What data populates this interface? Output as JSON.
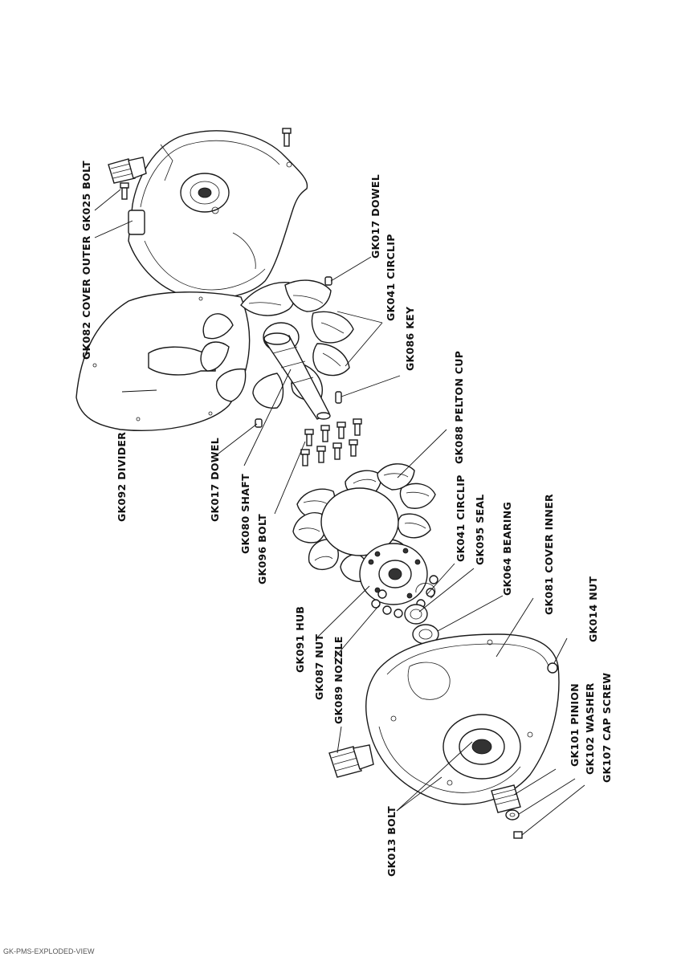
{
  "labels": {
    "gk025": "GK025 BOLT",
    "gk082": "GK082 COVER OUTER",
    "gk017a": "GK017 DOWEL",
    "gk041a": "GK041 CIRCLIP",
    "gk086": "GK086 KEY",
    "gk088": "GK088 PELTON CUP",
    "gk092": "GK092 DIVIDER",
    "gk017b": "GK017 DOWEL",
    "gk080": "GK080 SHAFT",
    "gk096": "GK096 BOLT",
    "gk041b": "GK041 CIRCLIP",
    "gk095": "GK095 SEAL",
    "gk064": "GK064 BEARING",
    "gk081": "GK081 COVER INNER",
    "gk091": "GK091 HUB",
    "gk087": "GK087 NUT",
    "gk089": "GK089 NOZZLE",
    "gk014": "GK014 NUT",
    "gk101": "GK101 PINION",
    "gk102": "GK102 WASHER",
    "gk107": "GK107 CAP SCREW",
    "gk013": "GK013 BOLT"
  },
  "footer": "GK-PMS-EXPLODED-VIEW"
}
